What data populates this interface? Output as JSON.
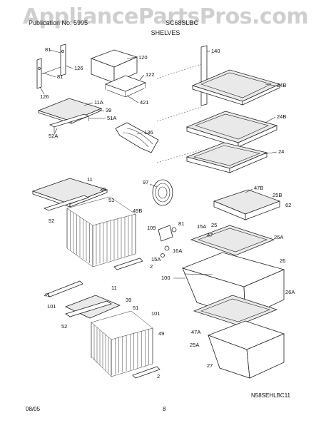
{
  "watermark": "AppliancePartsPros.com",
  "header": {
    "left": "Publication No: 5995",
    "right": "SC68SLBC",
    "section": "SHELVES"
  },
  "diagram_code": "N58SEHLBC11",
  "footer": {
    "date": "08/05",
    "page": "8"
  },
  "callouts": {
    "c81a": "81",
    "c126a": "126",
    "c81b": "81",
    "c126b": "126",
    "c120": "120",
    "c122": "122",
    "c421": "421",
    "c11a": "11A",
    "c39a": "39",
    "c51a": "51A",
    "c52a": "52A",
    "c136": "136",
    "c140": "140",
    "c24b1": "24B",
    "c24b2": "24B",
    "c24": "24",
    "c11b": "11",
    "c39b": "39",
    "c51b": "51",
    "c49b": "49B",
    "c52b": "52",
    "c2a": "2",
    "c97": "97",
    "c81c": "81",
    "c109": "109",
    "c15a1": "15A",
    "c15a2": "15A",
    "c16a": "16A",
    "c47b": "47B",
    "c25b": "25B",
    "c62": "62",
    "c25": "25",
    "c47": "47",
    "c26a1": "26A",
    "c26": "26",
    "c100": "100",
    "c26a2": "26A",
    "c47a": "47A",
    "c25a": "25A",
    "c27": "27",
    "c11c": "11",
    "c41": "41",
    "c39c": "39",
    "c51c": "51",
    "c101a": "101",
    "c101b": "101",
    "c52c": "52",
    "c49": "49",
    "c2b": "2"
  }
}
